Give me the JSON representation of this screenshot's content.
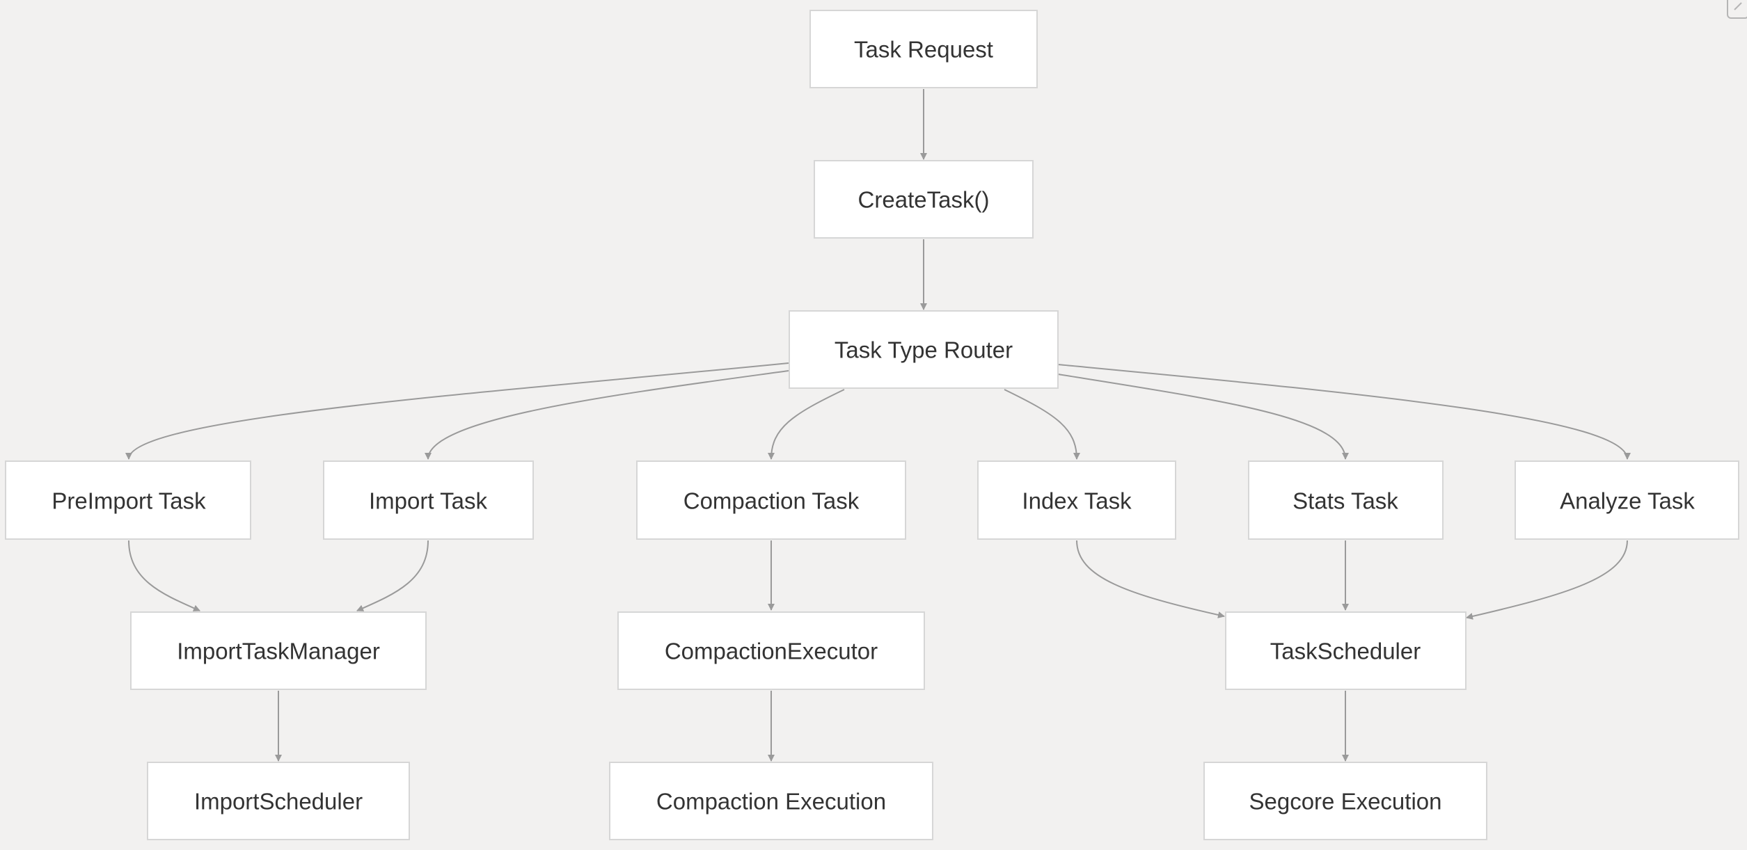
{
  "diagram": {
    "nodes": {
      "task_request": "Task Request",
      "create_task": "CreateTask()",
      "task_type_router": "Task Type Router",
      "preimport_task": "PreImport Task",
      "import_task": "Import Task",
      "compaction_task": "Compaction Task",
      "index_task": "Index Task",
      "stats_task": "Stats Task",
      "analyze_task": "Analyze Task",
      "import_task_manager": "ImportTaskManager",
      "compaction_executor": "CompactionExecutor",
      "task_scheduler": "TaskScheduler",
      "import_scheduler": "ImportScheduler",
      "compaction_execution": "Compaction Execution",
      "segcore_execution": "Segcore Execution"
    },
    "edges": [
      {
        "from": "task_request",
        "to": "create_task"
      },
      {
        "from": "create_task",
        "to": "task_type_router"
      },
      {
        "from": "task_type_router",
        "to": "preimport_task"
      },
      {
        "from": "task_type_router",
        "to": "import_task"
      },
      {
        "from": "task_type_router",
        "to": "compaction_task"
      },
      {
        "from": "task_type_router",
        "to": "index_task"
      },
      {
        "from": "task_type_router",
        "to": "stats_task"
      },
      {
        "from": "task_type_router",
        "to": "analyze_task"
      },
      {
        "from": "preimport_task",
        "to": "import_task_manager"
      },
      {
        "from": "import_task",
        "to": "import_task_manager"
      },
      {
        "from": "compaction_task",
        "to": "compaction_executor"
      },
      {
        "from": "index_task",
        "to": "task_scheduler"
      },
      {
        "from": "stats_task",
        "to": "task_scheduler"
      },
      {
        "from": "analyze_task",
        "to": "task_scheduler"
      },
      {
        "from": "import_task_manager",
        "to": "import_scheduler"
      },
      {
        "from": "compaction_executor",
        "to": "compaction_execution"
      },
      {
        "from": "task_scheduler",
        "to": "segcore_execution"
      }
    ]
  },
  "icons": {
    "corner": "expand-icon"
  },
  "colors": {
    "background": "#f2f1f0",
    "node_fill": "#ffffff",
    "node_border": "#d6d6d6",
    "edge": "#9a9a9a",
    "text": "#333333"
  }
}
